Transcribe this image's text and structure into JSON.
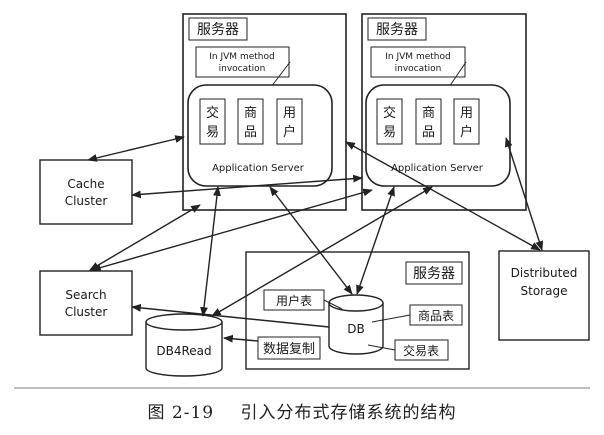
{
  "servers": [
    {
      "title": "服务器",
      "method_label": [
        "In JVM method",
        "invocation"
      ],
      "modules": [
        {
          "chars": [
            "交",
            "易"
          ]
        },
        {
          "chars": [
            "商",
            "品"
          ]
        },
        {
          "chars": [
            "用",
            "户"
          ]
        }
      ],
      "app_server_label": "Application Server"
    },
    {
      "title": "服务器",
      "method_label": [
        "In JVM method",
        "invocation"
      ],
      "modules": [
        {
          "chars": [
            "交",
            "易"
          ]
        },
        {
          "chars": [
            "商",
            "品"
          ]
        },
        {
          "chars": [
            "用",
            "户"
          ]
        }
      ],
      "app_server_label": "Application Server"
    }
  ],
  "cache_cluster": [
    "Cache",
    "Cluster"
  ],
  "search_cluster": [
    "Search",
    "Cluster"
  ],
  "distributed_storage": [
    "Distributed",
    "Storage"
  ],
  "db_server": {
    "title": "服务器",
    "tables": {
      "user": "用户表",
      "product": "商品表",
      "trade": "交易表"
    },
    "db_label": "DB"
  },
  "db_read_label": "DB4Read",
  "replication_label": "数据复制",
  "caption": {
    "number": "图 2-19",
    "text": "引入分布式存储系统的结构"
  }
}
